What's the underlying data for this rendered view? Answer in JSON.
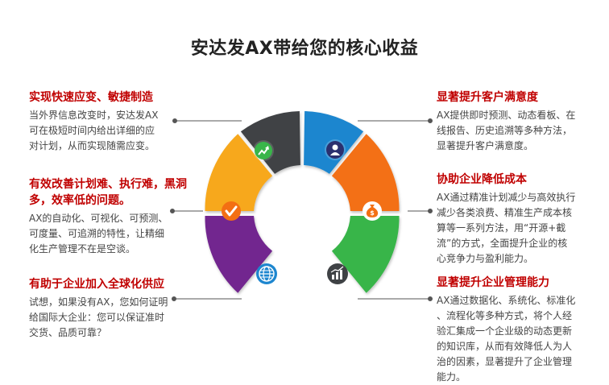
{
  "title": "安达发AX带给您的核心收益",
  "colors": {
    "heading": "#c00000",
    "body_text": "#444444",
    "seg_dark_gray": "#3f4245",
    "seg_blue": "#1d86cf",
    "seg_orange": "#f36f13",
    "seg_green": "#39b54a",
    "seg_purple": "#72278f",
    "seg_yellow": "#f7a81b"
  },
  "left": [
    {
      "heading": "实现快速应变、敏捷制造",
      "lines": [
        "当外界信息改变时，安达发AX",
        "可在极短时间内给出详细的应",
        "对计划，从而实现随需应变。"
      ],
      "icon": "trend-up-icon"
    },
    {
      "heading_lines": [
        "有效改善计划难、执行难，黑洞",
        "多，效率低的问题。"
      ],
      "lines": [
        "AX的自动化、可视化、可预测、",
        "可度量、可追溯的特性，让精细",
        "化生产管理不在是空谈。"
      ],
      "icon": "checkmark-icon"
    },
    {
      "heading": "有助于企业加入全球化供应",
      "lines": [
        "试想，如果没有AX，您如何证明",
        "给国际大企业：您可以保证准时",
        "交货、品质可靠？"
      ],
      "icon": "globe-icon"
    }
  ],
  "right": [
    {
      "heading": "显著提升客户满意度",
      "lines": [
        "AX提供即时预测、动态看板、在",
        "线报告、历史追溯等多种方法，",
        "显著提升客户满意度。"
      ],
      "icon": "customer-icon"
    },
    {
      "heading": "协助企业降低成本",
      "lines": [
        "AX通过精准计划减少与高效执行",
        "减少各类浪费、精准生产成本核",
        "算等一系列方法，用“开源+截",
        "流”的方式，全面提升企业的核",
        "心竞争力与盈利能力。"
      ],
      "icon": "money-bag-icon"
    },
    {
      "heading": "显著提升企业管理能力",
      "lines": [
        "AX通过数据化、系统化、标准化",
        "、流程化等多种方式，将个人经",
        "验汇集成一个企业级的动态更新",
        "的知识库，从而有效降低人为人",
        "治的因素，显著提升了企业管理",
        "能力。"
      ],
      "icon": "bar-chart-icon"
    }
  ]
}
